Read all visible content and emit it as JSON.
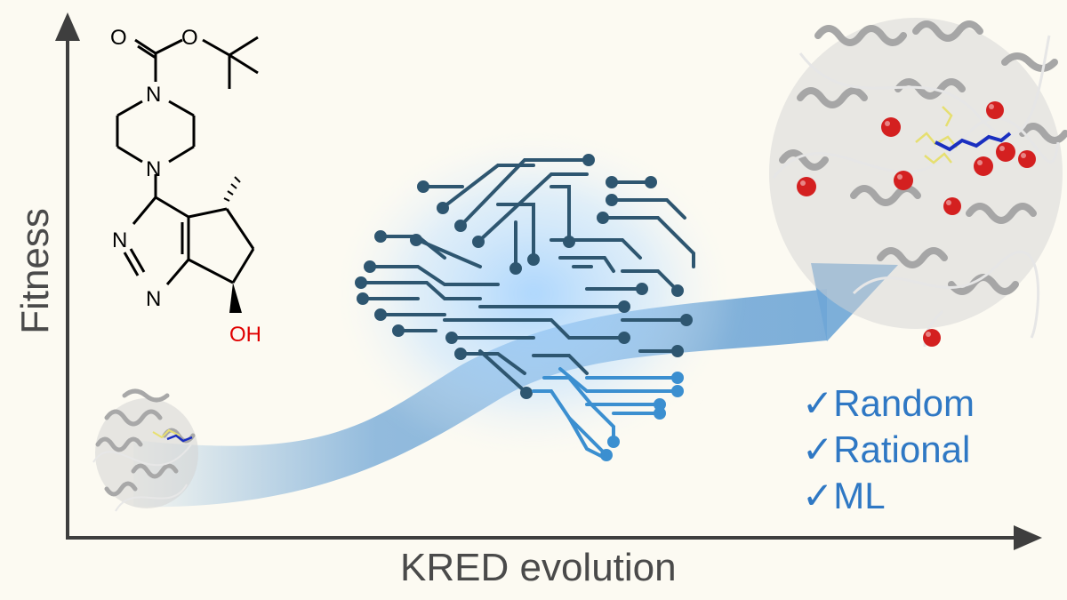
{
  "axes": {
    "x_label": "KRED evolution",
    "y_label": "Fitness"
  },
  "molecule": {
    "atoms": [
      "O",
      "O",
      "N",
      "N",
      "N",
      "N",
      "OH"
    ]
  },
  "methods": [
    {
      "check": "✓",
      "label": "Random"
    },
    {
      "check": "✓",
      "label": "Rational"
    },
    {
      "check": "✓",
      "label": "ML"
    }
  ],
  "colors": {
    "background": "#fcfaf2",
    "axis": "#3e3e3e",
    "arrow": "#6fa6d6",
    "brain_dark": "#2e5670",
    "brain_light": "#3b8fd0",
    "methods_text": "#2f78c4",
    "hydroxyl": "#e00000",
    "mutation_sphere": "#d42020",
    "protein": "#c8c8c8"
  },
  "icons": {
    "brain": "circuit-brain-icon",
    "protein_start": "protein-ribbon-icon",
    "protein_end": "protein-ribbon-icon"
  }
}
